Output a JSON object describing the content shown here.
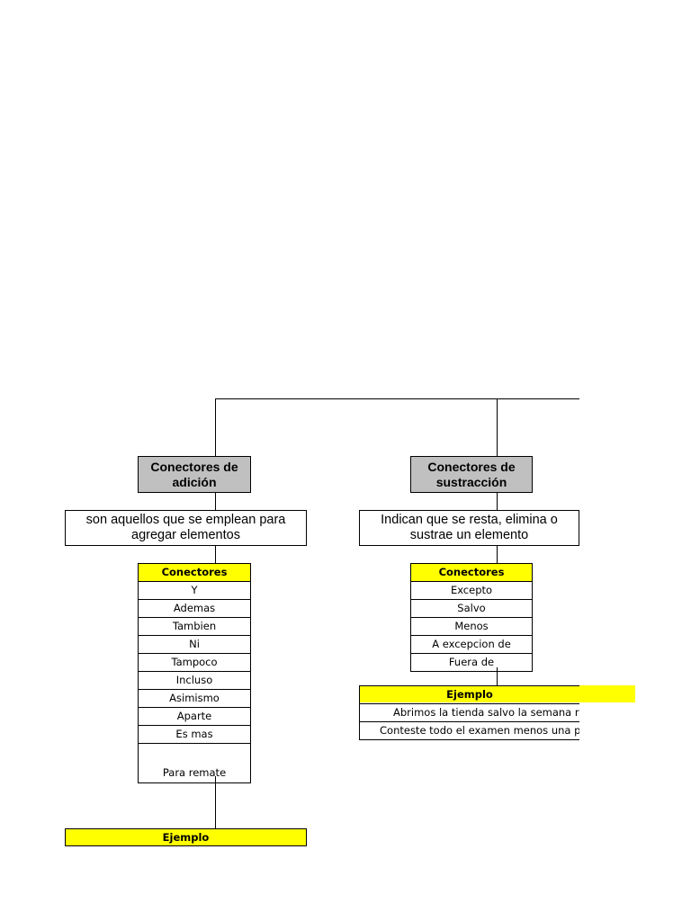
{
  "adicion": {
    "title": "Conectores de adición",
    "description": "son aquellos que se emplean para agregar elementos",
    "header": "Conectores",
    "items": [
      "Y",
      "Ademas",
      "Tambien",
      "Ni",
      "Tampoco",
      "Incluso",
      "Asimismo",
      "Aparte",
      "Es mas"
    ],
    "last_item": "Para remate",
    "example_header": "Ejemplo"
  },
  "sustraccion": {
    "title": "Conectores de sustracción",
    "description": "Indican que se resta, elimina o sustrae un elemento",
    "header": "Conectores",
    "items": [
      "Excepto",
      "Salvo",
      "Menos",
      "A excepcion de",
      "Fuera de"
    ],
    "example_header": "Ejemplo",
    "examples": [
      "Abrimos la tienda salvo la semana rac",
      "Conteste todo el examen menos una pr"
    ]
  },
  "colors": {
    "header_yellow": "#ffff00",
    "title_gray": "#c0c0c0"
  }
}
